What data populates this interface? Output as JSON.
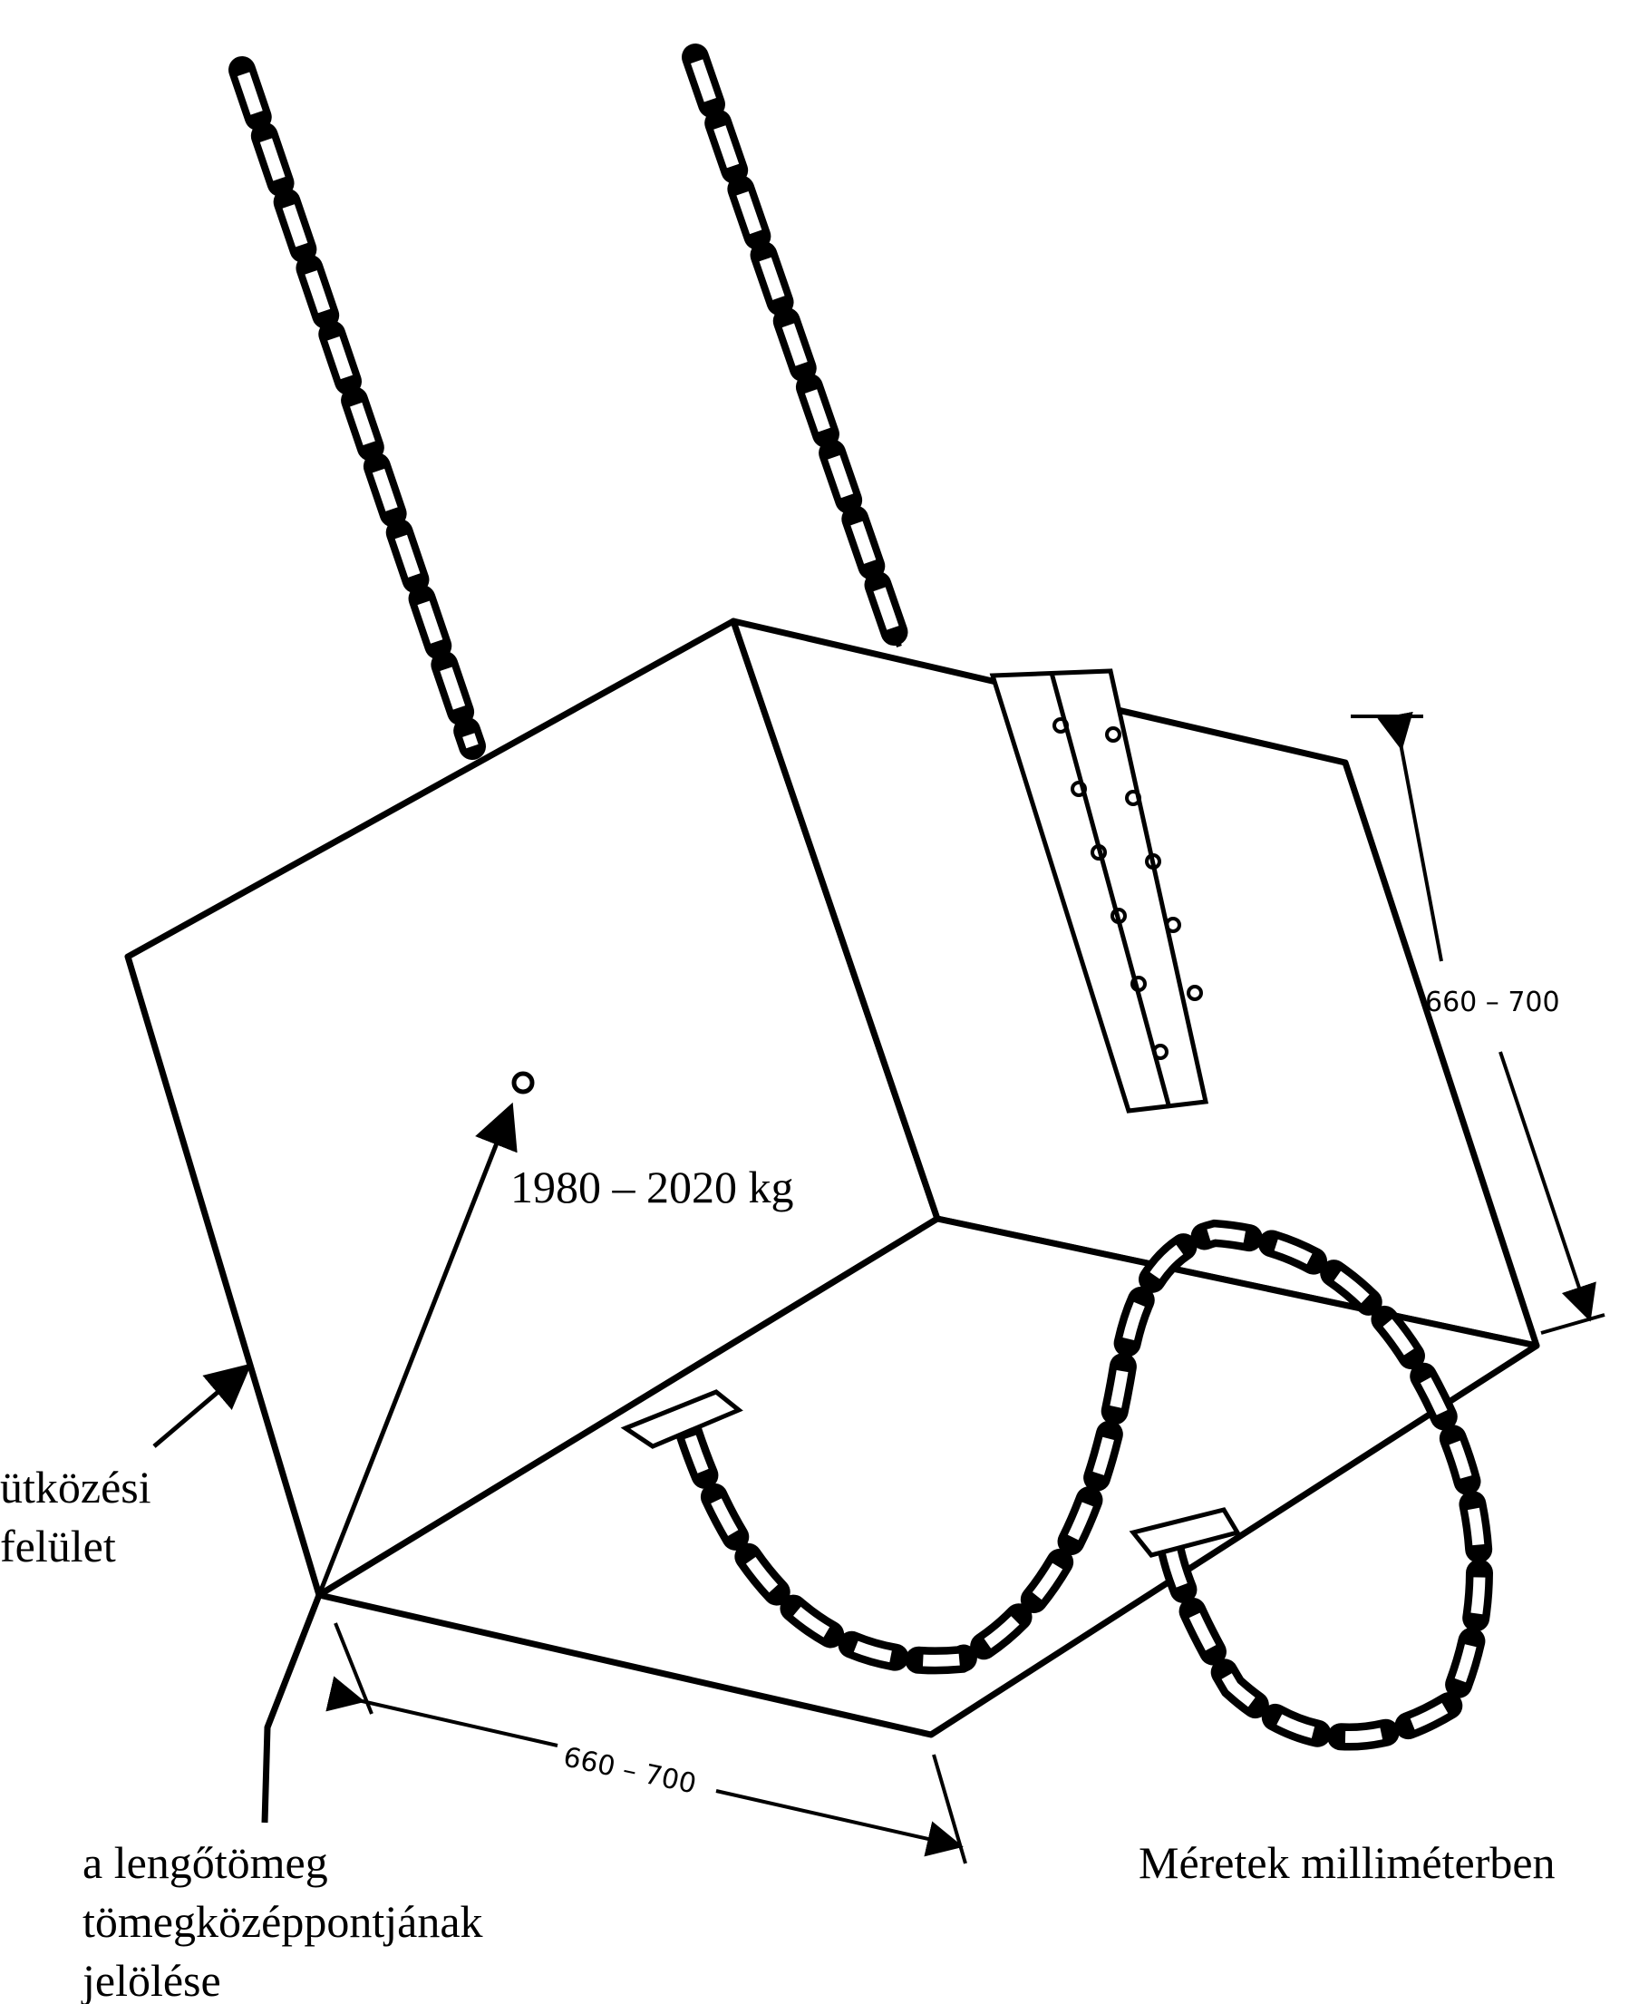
{
  "labels": {
    "mass": "1980 – 2020 kg",
    "impact_surface": [
      "ütközési",
      "felület"
    ],
    "center_of_mass": [
      "a lengőtömeg",
      "tömegközéppontjának",
      "jelölése"
    ],
    "units_note": "Méretek milliméterben",
    "dimension_height": "660 – 700",
    "dimension_width": "660 – 700"
  }
}
